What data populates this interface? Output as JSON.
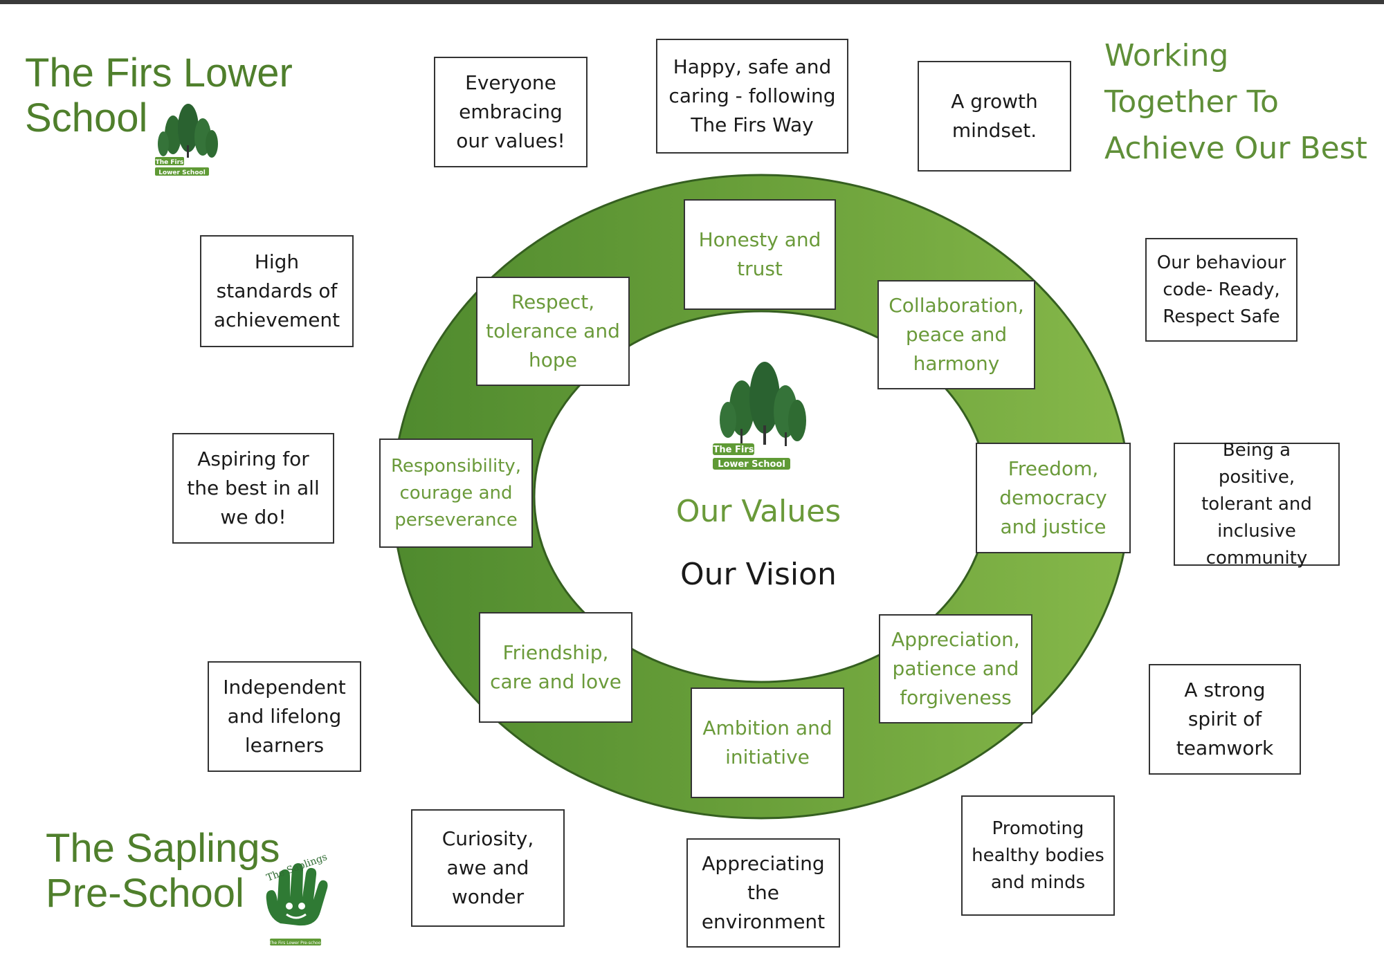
{
  "header": {
    "school_title": "The Firs Lower\nSchool",
    "motto": "Working\nTogether To\nAchieve Our Best"
  },
  "footer": {
    "preschool_title": "The Saplings\nPre-School"
  },
  "center": {
    "values_title": "Our Values",
    "vision_title": "Our Vision"
  },
  "logos": {
    "firs_line1": "The Firs",
    "firs_line2": "Lower School",
    "saplings_text": "The Saplings",
    "saplings_sub": "The Firs Lower Pre-school"
  },
  "values": [
    "Honesty and\ntrust",
    "Collaboration,\npeace and\nharmony",
    "Freedom,\ndemocracy\nand justice",
    "Appreciation,\npatience and\nforgiveness",
    "Ambition and\ninitiative",
    "Friendship,\ncare and love",
    "Responsibility,\ncourage and\nperseverance",
    "Respect,\ntolerance and\nhope"
  ],
  "vision": [
    "Everyone\nembracing\nour values!",
    "Happy, safe and\ncaring - following\nThe Firs Way",
    "A growth\nmindset.",
    "Our behaviour\ncode- Ready,\nRespect Safe",
    "Being a positive,\ntolerant and\ninclusive\ncommunity",
    "A strong\nspirit of\nteamwork",
    "Promoting\nhealthy bodies\nand minds",
    "Appreciating\nthe\nenvironment",
    "Curiosity,\nawe and\nwonder",
    "Independent\nand lifelong\nlearners",
    "Aspiring for\nthe best in all\nwe do!",
    "High\nstandards of\nachievement"
  ],
  "colors": {
    "ring_green": "#6aa03a",
    "title_green": "#4f7f2c",
    "value_text_green": "#6a9a3a",
    "tree_green": "#2f6b32"
  }
}
